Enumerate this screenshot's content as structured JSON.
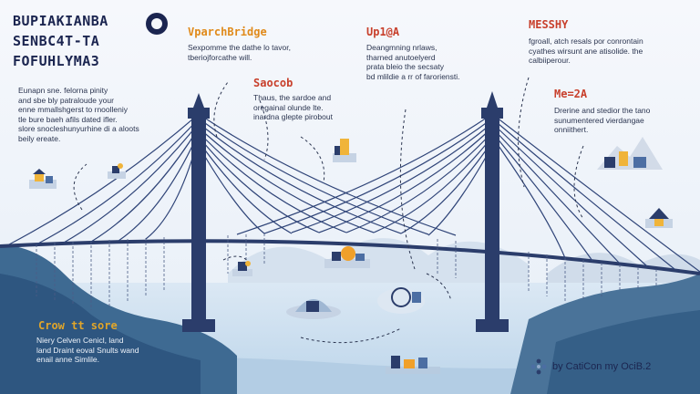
{
  "title": {
    "line1": "BUPIAKIANBA",
    "line2": "SENBC4T-TA",
    "line3": "FOFUHLYMA3"
  },
  "intro": {
    "lines": [
      "Eunapn sne. felorna pinity",
      "and sbe bly patraloude your",
      "enne mmallshgerst to rnoolleniy",
      "tle bure baeh afils dated ifler.",
      "slore snocleshunyurhine di a aloots",
      "beily ereate."
    ]
  },
  "section_a": {
    "heading": "VparchBridge",
    "lines": [
      "Sexpomme the dathe lo tavor,",
      "tberiojforcathe will."
    ]
  },
  "section_b": {
    "heading": "Up1@A",
    "lines": [
      "Deangmning nrlaws,",
      "tharned anutoelyerd",
      "prata bleio the secsaty",
      "bd mlildie a rr of faroriensti."
    ]
  },
  "section_c": {
    "heading": "MESSHY",
    "lines": [
      "fgroall, atch resals por conrontain",
      "cyathes wirsunt ane atisolide. the",
      "calbiiperour."
    ]
  },
  "section_d": {
    "heading": "Saocob",
    "lines": [
      "Thaus, the sardoe and",
      "oregainal olunde lte.",
      "inardna glepte pirobout"
    ]
  },
  "section_e": {
    "heading": "Me=2A",
    "lines": [
      "Drerine and stedior the tano",
      "sunumentered vierdangae",
      "onniithert."
    ]
  },
  "section_f": {
    "heading": "Crow tt sore",
    "lines": [
      "Niery Celven Cenicl, land",
      "land Draint eoval Snults wand",
      "enail anne Simlile."
    ]
  },
  "footer": {
    "brand": "by CatiCon my OciB.2"
  },
  "colors": {
    "tower": "#2b3d6b",
    "cable": "#2f4478",
    "water": "#cfe2f1",
    "hill": "#3e6a92",
    "orange": "#e08a1a",
    "red": "#c8402c"
  }
}
